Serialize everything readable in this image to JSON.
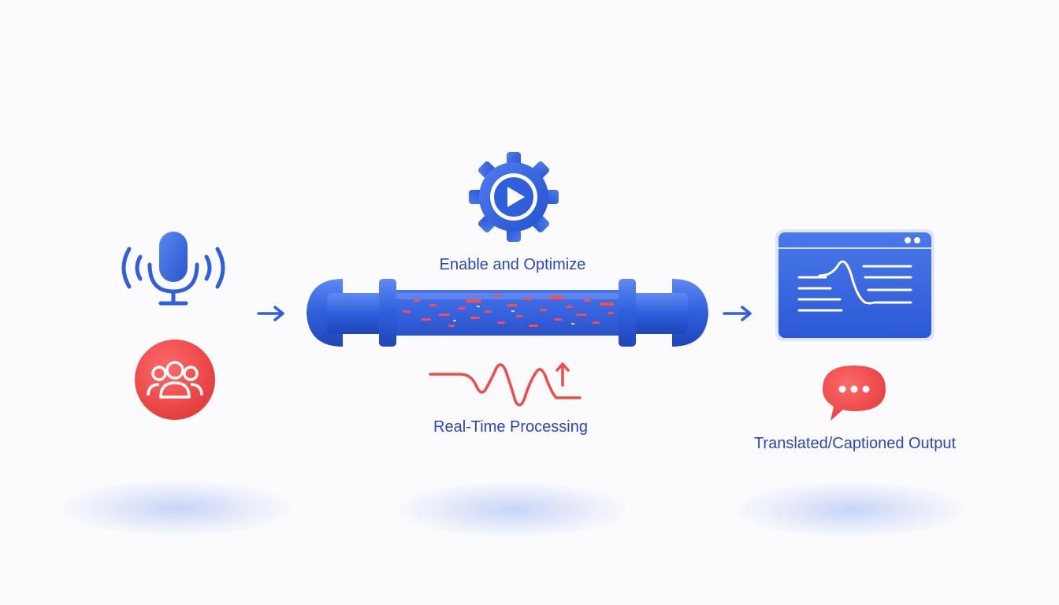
{
  "labels": {
    "optimize": "Enable and Optimize",
    "processing": "Real-Time Processing",
    "output": "Translated/Captioned Output"
  },
  "icons": {
    "input_mic": "microphone-icon",
    "input_group": "group-icon",
    "arrow_in": "arrow-right-icon",
    "gear": "gear-play-icon",
    "pipe": "pipeline-icon",
    "wave": "signal-wave-icon",
    "arrow_out": "arrow-right-icon",
    "window": "caption-window-icon",
    "chat": "chat-bubble-icon"
  },
  "colors": {
    "primary_blue": "#2f5fdc",
    "dark_blue": "#1f45b8",
    "accent_red": "#ef4b4b",
    "label_blue": "#2847b8"
  }
}
